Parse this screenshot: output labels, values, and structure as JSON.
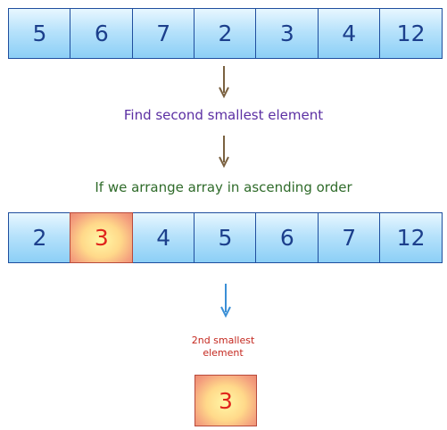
{
  "original_array": [
    "5",
    "6",
    "7",
    "2",
    "3",
    "4",
    "12"
  ],
  "step1_label": "Find second smallest element",
  "step2_label": "If we arrange array in ascending order",
  "sorted_array": [
    "2",
    "3",
    "4",
    "5",
    "6",
    "7",
    "12"
  ],
  "highlight_index": 1,
  "result": {
    "caption_line1": "2nd smallest",
    "caption_line2": "element",
    "value": "3"
  },
  "colors": {
    "cell_text": "#1c3f8c",
    "highlight_text": "#e0241b",
    "step1_text": "#5b2fa3",
    "step2_text": "#2f6b2a",
    "caption_text": "#c4281f",
    "arrow_brown": "#7a6140",
    "arrow_blue": "#3a8fd6"
  }
}
